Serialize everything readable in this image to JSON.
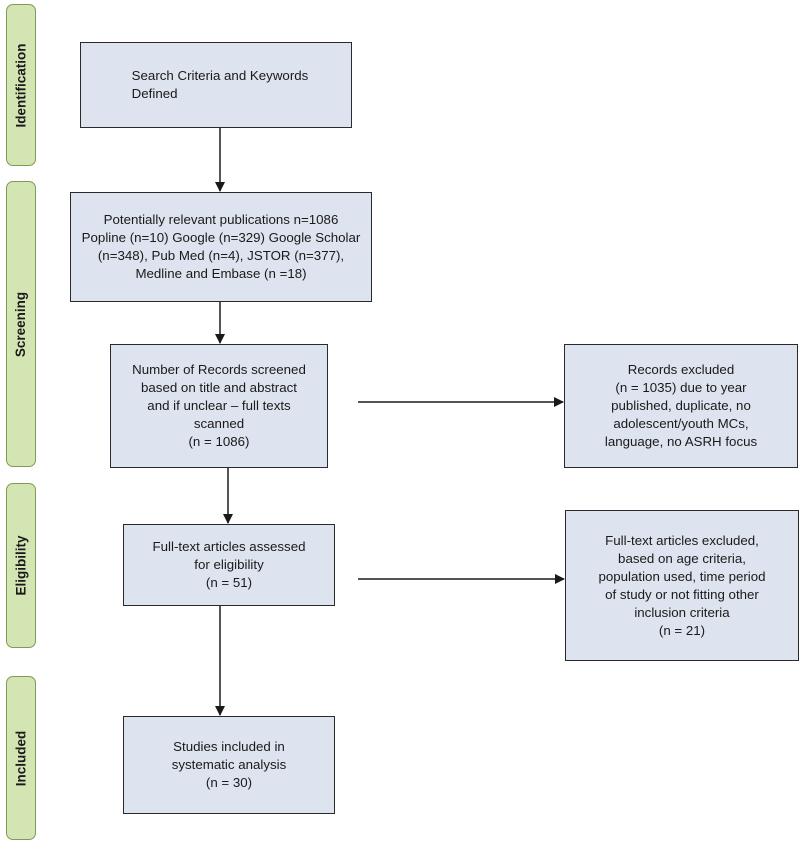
{
  "stages": {
    "identification": "Identification",
    "screening": "Screening",
    "eligibility": "Eligibility",
    "included": "Included"
  },
  "boxes": {
    "search": "Search Criteria and Keywords\nDefined",
    "potential": "Potentially relevant publications n=1086\nPopline (n=10) Google (n=329) Google Scholar\n(n=348), Pub Med (n=4), JSTOR (n=377),\nMedline and Embase (n =18)",
    "screened": "Number of Records screened\nbased on title and abstract\nand if unclear – full texts\nscanned\n(n = 1086)",
    "excluded_records": "Records excluded\n(n = 1035) due to year\npublished, duplicate, no\nadolescent/youth MCs,\nlanguage, no ASRH focus",
    "fulltext": "Full-text articles assessed\nfor eligibility\n(n = 51)",
    "excluded_fulltext": "Full-text articles excluded,\nbased on age criteria,\npopulation used, time period\nof study or not fitting other\ninclusion criteria\n(n = 21)",
    "included": "Studies included in\nsystematic analysis\n(n = 30)"
  }
}
